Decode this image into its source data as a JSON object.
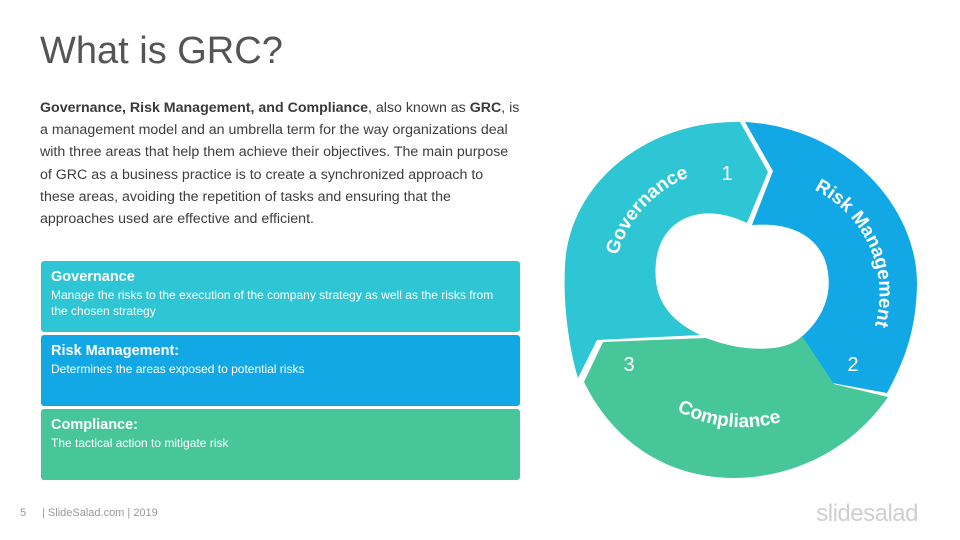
{
  "title": "What is GRC?",
  "intro": {
    "bold_lead": "Governance, Risk Management, and Compliance",
    "text1": ", also known as ",
    "bold_abbr": "GRC",
    "text2": ", is a management model and an umbrella term for the way organizations deal with three areas that help them achieve their objectives. The main purpose of GRC as a business practice is to create a synchronized approach to these areas, avoiding the repetition of tasks and ensuring that the approaches used are effective and efficient."
  },
  "items": [
    {
      "heading": "Governance",
      "desc": "Manage  the risks to the execution of the company strategy as well as the risks from  the chosen strategy",
      "color": "#2ec6d4"
    },
    {
      "heading": "Risk Management:",
      "desc": "Determines the areas exposed to potential risks",
      "color": "#12a8e6"
    },
    {
      "heading": "Compliance:",
      "desc": "The tactical action to mitigate risk",
      "color": "#47c799"
    }
  ],
  "cycle": {
    "segments": [
      {
        "label": "Governance",
        "number": "1",
        "color": "#2ec6d4"
      },
      {
        "label": "Risk Management",
        "number": "2",
        "color": "#12a8e6"
      },
      {
        "label": "Compliance",
        "number": "3",
        "color": "#47c799"
      }
    ]
  },
  "footer": {
    "page": "5",
    "text": "| SlideSalad.com | 2019"
  },
  "brand": "slidesalad"
}
